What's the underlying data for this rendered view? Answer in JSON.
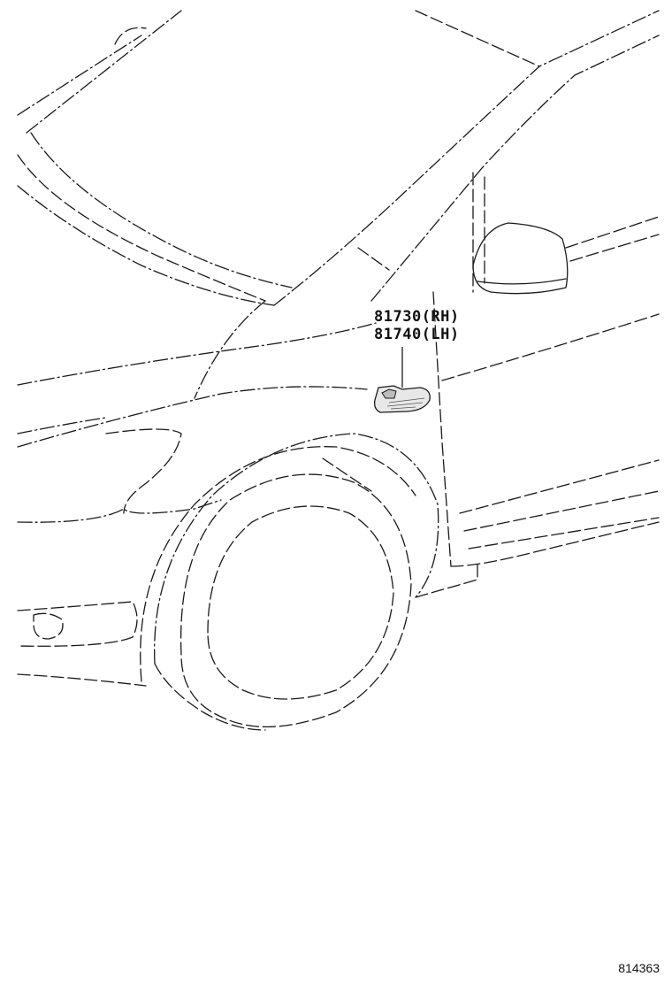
{
  "diagram": {
    "callouts": [
      {
        "part_number": "81730",
        "side": "(RH)"
      },
      {
        "part_number": "81740",
        "side": "(LH)"
      }
    ],
    "figure_id": "814363"
  }
}
